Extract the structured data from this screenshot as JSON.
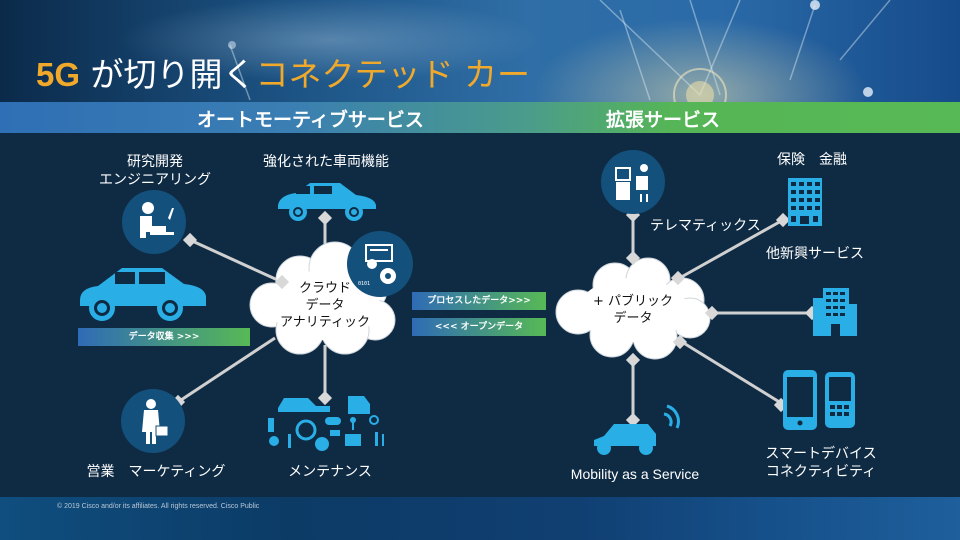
{
  "slide": {
    "title_part1": "5G",
    "title_part2": " が切り開く",
    "title_part3": "コネクテッド カー",
    "colors": {
      "accent_orange": "#f0a92a",
      "icon_blue": "#29aee6",
      "circle_navy": "#13507c",
      "band_blue": "#2f6fb5",
      "band_green": "#57b955",
      "background": "#0f2b44"
    }
  },
  "sections": {
    "automotive": "オートモーティブサービス",
    "extended": "拡張サービス"
  },
  "left": {
    "rd_line1": "研究開発",
    "rd_line2": "エンジニアリング",
    "enhanced_vehicle": "強化された車両機能",
    "cloud_line1": "クラウド",
    "cloud_line2": "データ",
    "cloud_line3": "アナリティック",
    "data_collection": "データ収集 >>>",
    "sales": "営業　マーケティング",
    "maintenance": "メンテナンス"
  },
  "middle": {
    "processed": "プロセスしたデータ>>>",
    "open_data": "<<< オープンデータ"
  },
  "right": {
    "telematics": "テレマティックス",
    "insurance": "保険　金融",
    "new_services": "他新興サービス",
    "cloud_line1": "+ パブリック",
    "cloud_line2": "データ",
    "maas": "Mobility as a Service",
    "smart_line1": "スマートデバイス",
    "smart_line2": "コネクティビティ"
  },
  "footer": {
    "copyright": "© 2019  Cisco and/or  its affiliates.   All rights  reserved.    Cisco  Public"
  }
}
